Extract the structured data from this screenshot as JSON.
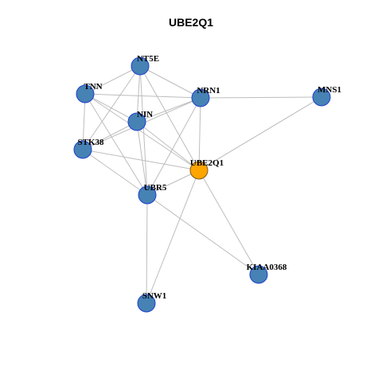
{
  "title": "UBE2Q1",
  "colors": {
    "edge": "#bdbdbd",
    "node_fill": "#4682b4",
    "node_stroke": "#1f3fd0",
    "focus_fill": "#ffa500",
    "focus_stroke": "#7a5a1a"
  },
  "focus_node": "UBE2Q1",
  "nodes": [
    {
      "id": "NT5E",
      "label": "NT5E"
    },
    {
      "id": "TNN",
      "label": "TNN"
    },
    {
      "id": "NRN1",
      "label": "NRN1"
    },
    {
      "id": "MNS1",
      "label": "MNS1"
    },
    {
      "id": "NIN",
      "label": "NIN"
    },
    {
      "id": "STK38",
      "label": "STK38"
    },
    {
      "id": "UBE2Q1",
      "label": "UBE2Q1"
    },
    {
      "id": "UBR5",
      "label": "UBR5"
    },
    {
      "id": "KIAA0368",
      "label": "KIAA0368"
    },
    {
      "id": "SNW1",
      "label": "SNW1"
    }
  ],
  "edges": [
    [
      "NT5E",
      "TNN"
    ],
    [
      "NT5E",
      "NRN1"
    ],
    [
      "NT5E",
      "NIN"
    ],
    [
      "NT5E",
      "STK38"
    ],
    [
      "NT5E",
      "UBR5"
    ],
    [
      "NT5E",
      "UBE2Q1"
    ],
    [
      "TNN",
      "NRN1"
    ],
    [
      "TNN",
      "NIN"
    ],
    [
      "TNN",
      "STK38"
    ],
    [
      "TNN",
      "UBR5"
    ],
    [
      "TNN",
      "UBE2Q1"
    ],
    [
      "NRN1",
      "MNS1"
    ],
    [
      "NRN1",
      "NIN"
    ],
    [
      "NRN1",
      "STK38"
    ],
    [
      "NRN1",
      "UBR5"
    ],
    [
      "NRN1",
      "UBE2Q1"
    ],
    [
      "MNS1",
      "UBE2Q1"
    ],
    [
      "NIN",
      "STK38"
    ],
    [
      "NIN",
      "UBR5"
    ],
    [
      "NIN",
      "UBE2Q1"
    ],
    [
      "STK38",
      "UBR5"
    ],
    [
      "STK38",
      "UBE2Q1"
    ],
    [
      "UBR5",
      "UBE2Q1"
    ],
    [
      "UBR5",
      "KIAA0368"
    ],
    [
      "UBR5",
      "SNW1"
    ],
    [
      "UBE2Q1",
      "KIAA0368"
    ],
    [
      "UBE2Q1",
      "SNW1"
    ]
  ]
}
